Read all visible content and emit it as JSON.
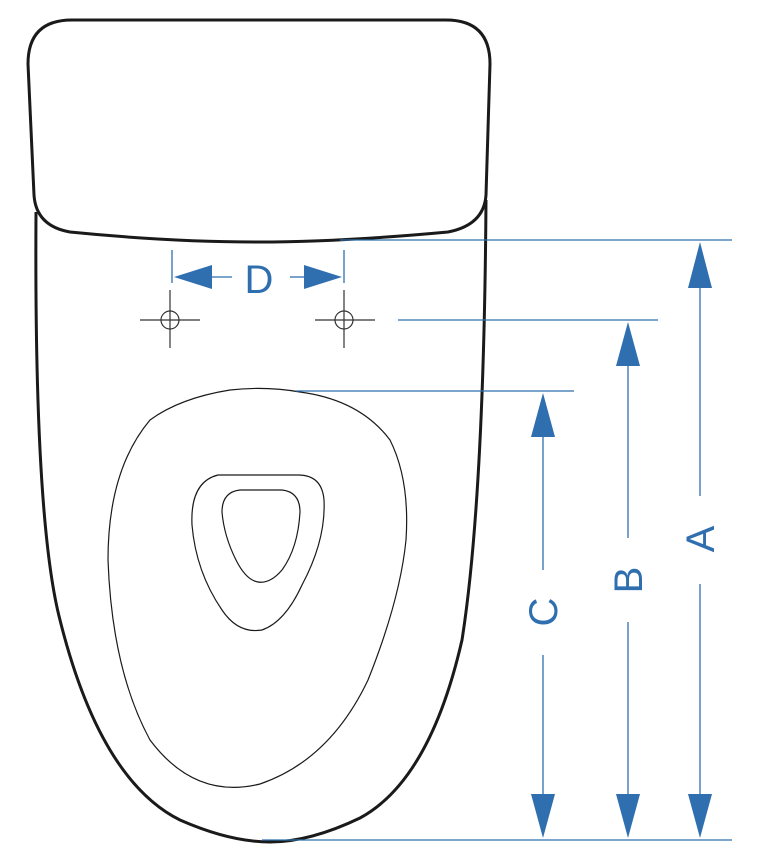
{
  "dimension_labels": {
    "a": "A",
    "b": "B",
    "c": "C",
    "d": "D"
  },
  "colors": {
    "dimension": "#2f6fb0",
    "outline": "#1a1a1a"
  }
}
